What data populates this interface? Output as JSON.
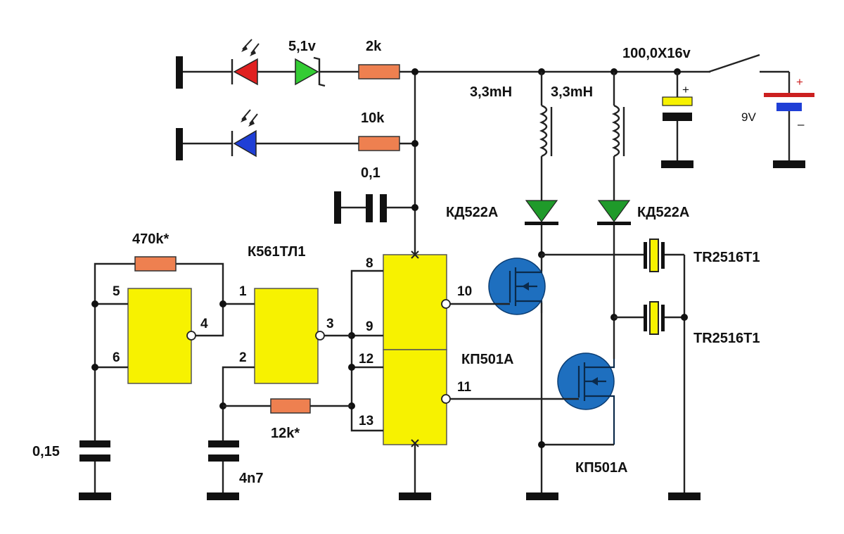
{
  "colors": {
    "chip": "#f7f200",
    "resistor": "#ee8050",
    "led_red": "#e02020",
    "zener_green": "#33cc33",
    "led_blue": "#1f3fd6",
    "diode_green": "#1f9a2a",
    "mosfet": "#1e6fbf",
    "battery_plus": "#cc2020",
    "battery_minus": "#1f3fd6"
  },
  "labels": {
    "zener": "5,1v",
    "r_2k": "2k",
    "r_10k": "10k",
    "cap_01": "0,1",
    "cap_100": "100,0X16v",
    "battery": "9V",
    "battery_plus": "+",
    "battery_minus": "–",
    "cap_plus": "+",
    "inductor_1": "3,3mH",
    "inductor_2": "3,3mH",
    "diode_1": "КД522А",
    "diode_2": "КД522А",
    "xtal_1": "TR2516T1",
    "xtal_2": "TR2516T1",
    "r_470k": "470k*",
    "ic_main": "К561ТЛ1",
    "r_12k": "12k*",
    "cap_015": "0,15",
    "cap_4n7": "4n7",
    "mosfet_1": "КП501А",
    "mosfet_2": "КП501А"
  },
  "pins": {
    "p5": "5",
    "p6": "6",
    "p4": "4",
    "p1": "1",
    "p2": "2",
    "p3": "3",
    "p8": "8",
    "p9": "9",
    "p12": "12",
    "p13": "13",
    "p10": "10",
    "p11": "11"
  }
}
